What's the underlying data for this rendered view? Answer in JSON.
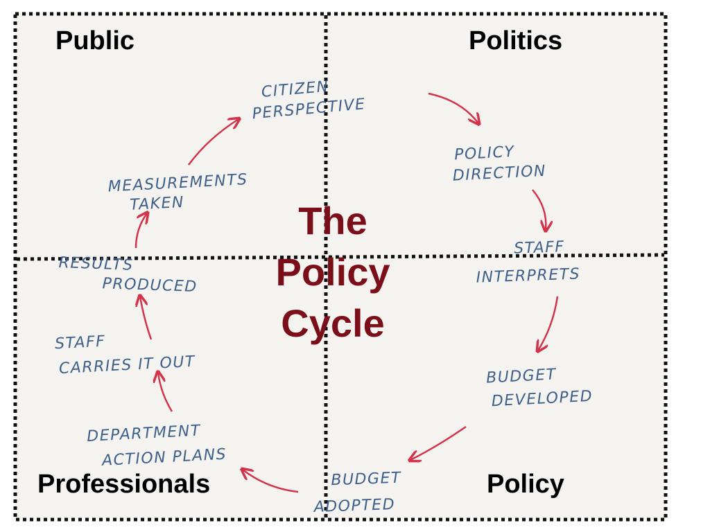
{
  "quadrants": {
    "top_left": "Public",
    "top_right": "Politics",
    "bottom_left": "Professionals",
    "bottom_right": "Policy"
  },
  "title": {
    "line1": "The",
    "line2": "Policy",
    "line3": "Cycle"
  },
  "steps": [
    {
      "line1": "CITIZEN",
      "line2": "PERSPECTIVE"
    },
    {
      "line1": "POLICY",
      "line2": "DIRECTION"
    },
    {
      "line1": "STAFF",
      "line2": "INTERPRETS"
    },
    {
      "line1": "BUDGET",
      "line2": "DEVELOPED"
    },
    {
      "line1": "BUDGET",
      "line2": "ADOPTED"
    },
    {
      "line1": "DEPARTMENT",
      "line2": "ACTION PLANS"
    },
    {
      "line1": "STAFF",
      "line2": "CARRIES IT OUT"
    },
    {
      "line1": "RESULTS",
      "line2": "PRODUCED"
    },
    {
      "line1": "MEASUREMENTS",
      "line2": "TAKEN"
    }
  ],
  "colors": {
    "title": "#7a0e19",
    "handwriting": "#3d5f8a",
    "arrows": "#d2334a",
    "border": "#111111"
  }
}
